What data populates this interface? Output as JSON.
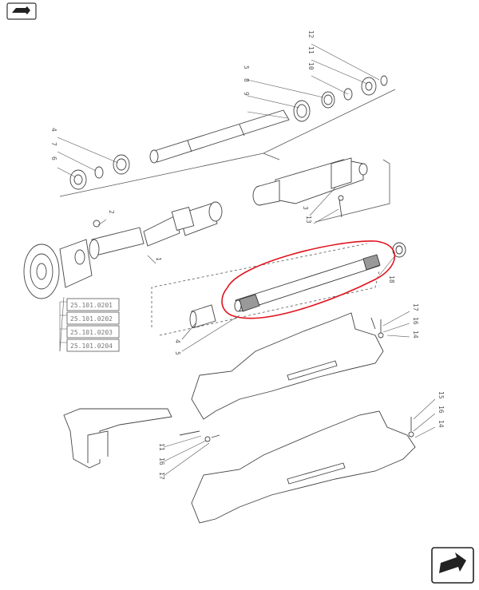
{
  "header": {
    "nav_icon": "book-arrow-icon"
  },
  "footer": {
    "nav_icon": "next-page-arrow-icon"
  },
  "highlight": {
    "color": "#e0141e"
  },
  "callouts": {
    "c12_top": "12",
    "c11_top": "11",
    "c10_top": "10",
    "c5_top": "5",
    "c8_top": "8",
    "c9_top": "9",
    "c4_left": "4",
    "c7_left": "7",
    "c6_left": "6",
    "c2_mid": "2",
    "c3_mid": "3",
    "c13_mid": "13",
    "c1_mid": "1",
    "c18_right": "18",
    "c4_low": "4",
    "c5_low": "5",
    "c17_a": "17",
    "c16_a": "16",
    "c14_a": "14",
    "c15_b": "15",
    "c16_b": "16",
    "c14_b": "14",
    "c11_c": "11",
    "c16_c": "16",
    "c17_c": "17"
  },
  "refs": {
    "r1": "25.101.0201",
    "r2": "25.101.0202",
    "r3": "25.101.0203",
    "r4": "25.101.0204"
  }
}
